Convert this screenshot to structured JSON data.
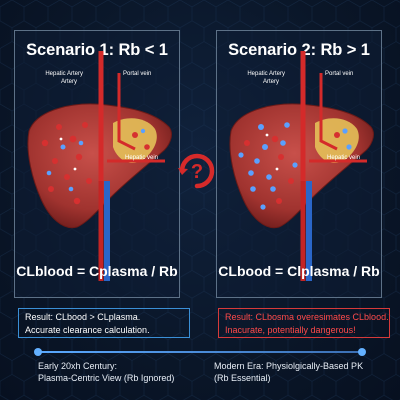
{
  "scenarios": [
    {
      "title": "Scenario 1: Rb < 1",
      "labels": {
        "hepatic_artery": "Hepatic Artery",
        "artery": "Artery",
        "portal_vein": "Portal vein",
        "hepatic_vein": "Hepatic vein"
      },
      "formula": "CLblood = Cplasma / Rb"
    },
    {
      "title": "Scenario 2: Rb > 1",
      "labels": {
        "hepatic_artery": "Hepatic Artery",
        "artery": "Artery",
        "portal_vein": "Portal vein",
        "hepatic_vein": "Hepatic vein"
      },
      "formula": "CLbood = Clplasma / Rb"
    }
  ],
  "center_icon": {
    "symbol": "?",
    "name": "refresh-question-icon"
  },
  "results": [
    {
      "lines": [
        "Result: CLbood > CLplasma.",
        "Accurate clearance calculation."
      ],
      "border_color": "#3a8fd6"
    },
    {
      "lines": [
        "Result: CLbosma overesimates CLblood.",
        "Inacurate, potentially dangerous!"
      ],
      "border_color": "#d63a3a"
    }
  ],
  "timeline": {
    "left": [
      "Early 20xh Century:",
      "Plasma-Centric View (Rb Ignored)"
    ],
    "right": [
      "Modern Era: Physiolgically-Based PK",
      "(Rb Essential)"
    ]
  },
  "colors": {
    "liver": "#a83a35",
    "artery": "#d42a2a",
    "vein": "#2a66c8",
    "bile": "#e8c85a",
    "background": "#0a1628"
  }
}
